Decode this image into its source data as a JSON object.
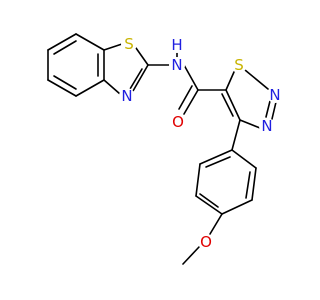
{
  "molecule": {
    "atoms": {
      "S_btz": {
        "label": "S",
        "color": "#c8b400"
      },
      "N_btz": {
        "label": "N",
        "color": "#1f1fe0"
      },
      "NH": {
        "label": "N",
        "color": "#1f1fe0"
      },
      "H_amide": {
        "label": "H",
        "color": "#1f1fe0"
      },
      "O_carbonyl": {
        "label": "O",
        "color": "#e00000"
      },
      "S_thiadiazole": {
        "label": "S",
        "color": "#c8b400"
      },
      "N_thiadiazole_1": {
        "label": "N",
        "color": "#1f1fe0"
      },
      "N_thiadiazole_2": {
        "label": "N",
        "color": "#1f1fe0"
      },
      "O_methoxy": {
        "label": "O",
        "color": "#e00000"
      }
    }
  }
}
